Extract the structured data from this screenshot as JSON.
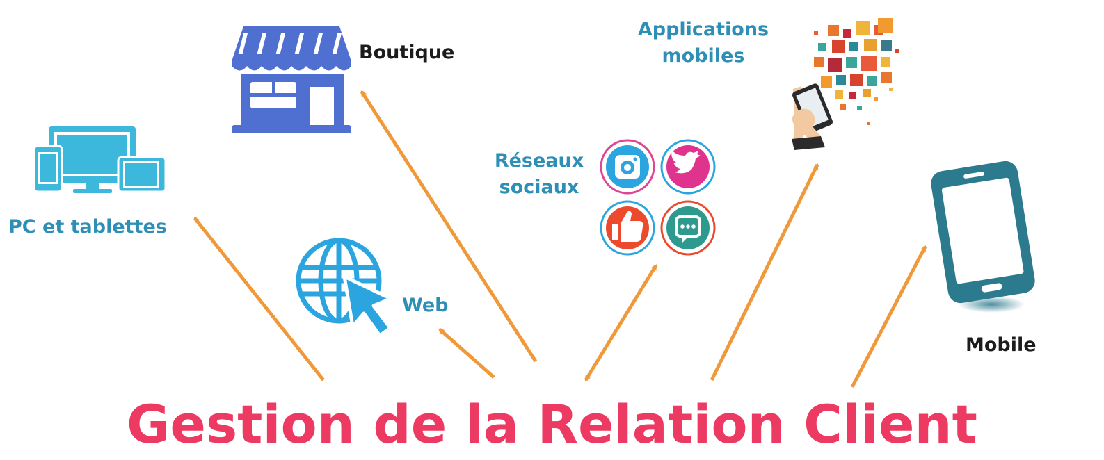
{
  "title": "Gestion de la Relation Client",
  "channels": {
    "boutique": {
      "label": "Boutique",
      "icon": "storefront-icon"
    },
    "pc_tablettes": {
      "label": "PC et tablettes",
      "icon": "devices-icon"
    },
    "web": {
      "label": "Web",
      "icon": "globe-cursor-icon"
    },
    "reseaux_sociaux": {
      "line1": "Réseaux",
      "line2": "sociaux",
      "icons": [
        "camera-icon",
        "twitter-bird-icon",
        "thumbs-up-icon",
        "chat-bubble-icon"
      ]
    },
    "applications_mobiles": {
      "line1": "Applications",
      "line2": "mobiles",
      "icon": "apps-hand-phone-icon"
    },
    "mobile": {
      "label": "Mobile",
      "icon": "smartphone-icon"
    }
  },
  "colors": {
    "title": "#ec3a62",
    "label_blue": "#2e8fb6",
    "label_dark": "#1c1c1c",
    "arrow": "#f0993a",
    "store_blue": "#4f6fd1",
    "devices_cyan": "#3cb8dd",
    "globe_blue": "#2aa5df",
    "mobile_teal": "#2b7a8e"
  }
}
